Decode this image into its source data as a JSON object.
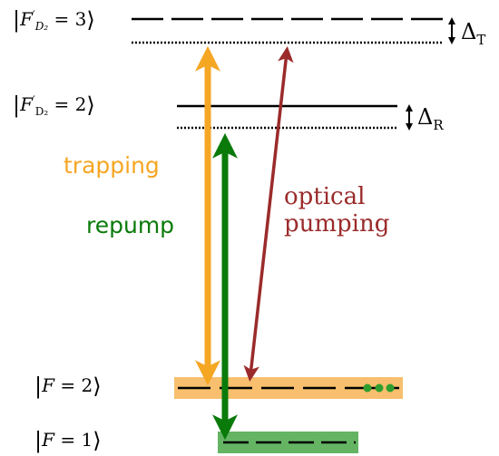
{
  "states": {
    "excited_top": {
      "F": "F",
      "prime": "′",
      "sub": "D₂",
      "value": "3"
    },
    "excited_mid": {
      "F": "F",
      "prime": "′",
      "sub": "D₂",
      "value": "2"
    },
    "ground_upper": {
      "F": "F",
      "value": "2"
    },
    "ground_lower": {
      "F": "F",
      "value": "1"
    }
  },
  "detunings": {
    "trap": {
      "symbol": "Δ",
      "sub": "T"
    },
    "repump": {
      "symbol": "Δ",
      "sub": "R"
    }
  },
  "transitions": {
    "trapping": {
      "label": "trapping",
      "color": "#f5a623"
    },
    "repump": {
      "label": "repump",
      "color": "#0a7a0a"
    },
    "optical_pumping": {
      "label_line1": "optical",
      "label_line2": "pumping",
      "color": "#9b2b2b"
    }
  },
  "highlights": {
    "ground_upper_band": "#f7bf6e",
    "ground_lower_band": "#64b464",
    "population_dots": "#2e9e2e"
  }
}
